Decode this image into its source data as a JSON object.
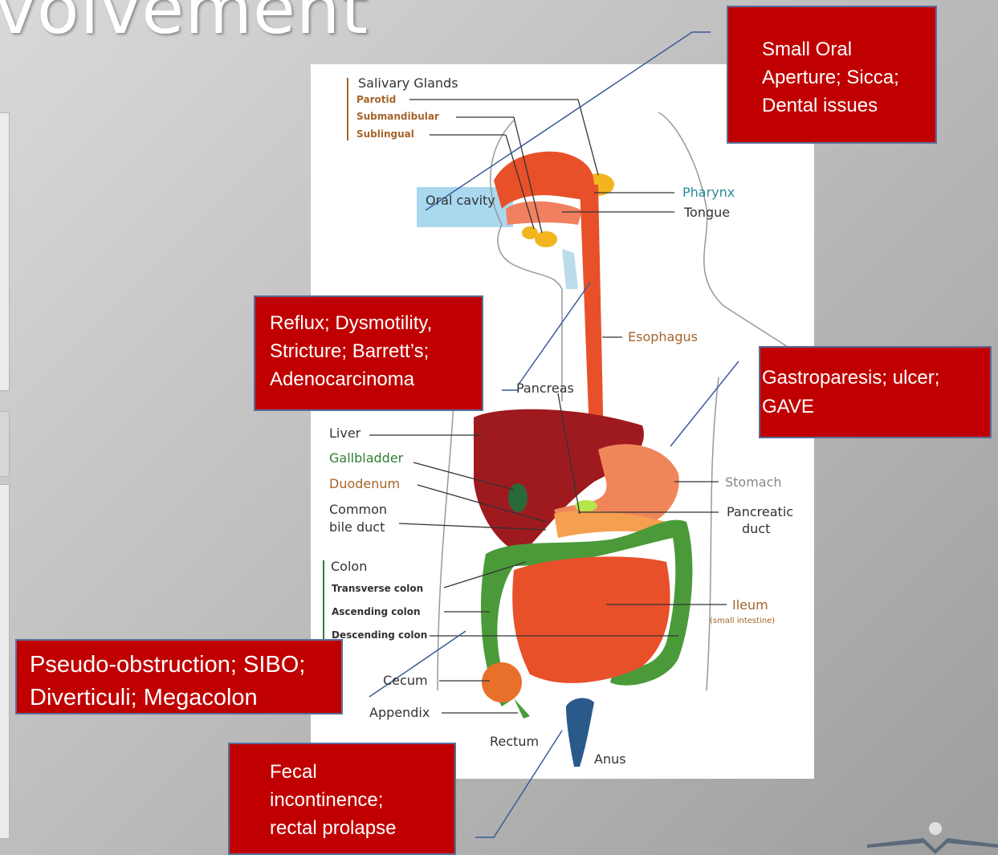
{
  "slide": {
    "title_fragment": "volvement"
  },
  "diagram": {
    "labels": {
      "salivary_glands": "Salivary Glands",
      "parotid": "Parotid",
      "submandibular": "Submandibular",
      "sublingual": "Sublingual",
      "oral_cavity": "Oral cavity",
      "pharynx": "Pharynx",
      "tongue": "Tongue",
      "esophagus": "Esophagus",
      "pancreas": "Pancreas",
      "liver": "Liver",
      "gallbladder": "Gallbladder",
      "duodenum": "Duodenum",
      "common_bile_duct_1": "Common",
      "common_bile_duct_2": "bile duct",
      "stomach": "Stomach",
      "pancreatic_duct_1": "Pancreatic",
      "pancreatic_duct_2": "duct",
      "colon": "Colon",
      "transverse_colon": "Transverse colon",
      "ascending_colon": "Ascending colon",
      "descending_colon": "Descending colon",
      "ileum": "Ileum",
      "ileum_sub": "(small intestine)",
      "cecum": "Cecum",
      "appendix": "Appendix",
      "rectum": "Rectum",
      "anus": "Anus"
    }
  },
  "callouts": {
    "oral": {
      "line1": "Small Oral",
      "line2": "Aperture; Sicca;",
      "line3": "Dental issues"
    },
    "esophagus": {
      "line1": "Reflux; Dysmotility,",
      "line2": "Stricture; Barrett’s;",
      "line3": "Adenocarcinoma"
    },
    "stomach": {
      "line1": "Gastroparesis; ulcer;",
      "line2": "GAVE"
    },
    "intestine": {
      "line1": "Pseudo-obstruction; SIBO;",
      "line2": "Diverticuli; Megacolon"
    },
    "rectum": {
      "line1": "Fecal",
      "line2": "incontinence;",
      "line3": "rectal prolapse"
    }
  },
  "colors": {
    "callout_fill": "#c00000",
    "callout_border": "#5a6f9a",
    "organ_orange": "#e8502a",
    "liver": "#9e1a1f",
    "colon_green": "#4a9a3a"
  }
}
